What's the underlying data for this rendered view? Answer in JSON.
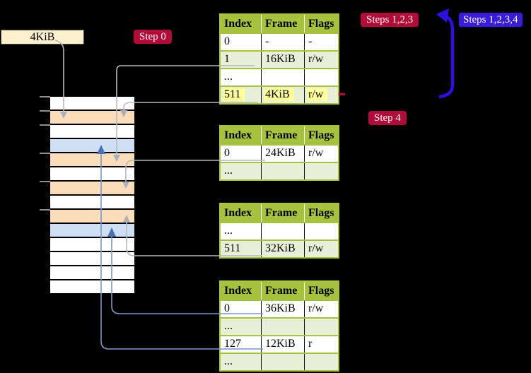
{
  "background": "#000000",
  "colors": {
    "table_header_green": "#a6c33f",
    "table_row_green": "#e9efd6",
    "table_row_white": "#ffffff",
    "highlight_yellow": "#ffff9b",
    "memory_orange": "#fbdcbb",
    "memory_blue": "#cfe0f4",
    "crimson_label": "#b10d38",
    "blue_label": "#3b1bd8",
    "big_arrow_blue": "#2a11dd",
    "connector_gray": "#b6babf",
    "connector_steel_blue": "#7b97cc",
    "free_frame_box_bg": "#fdf0cd"
  },
  "free_frame_box": {
    "label": "4KiB"
  },
  "step_labels": {
    "step0": "Step 0",
    "steps123": "Steps 1,2,3",
    "steps1234": "Steps 1,2,3,4",
    "step4": "Step 4"
  },
  "page_tables": [
    {
      "id": "page-table-top",
      "headers": [
        "Index",
        "Frame",
        "Flags"
      ],
      "rows": [
        {
          "index": "0",
          "frame": "-",
          "flags": "-",
          "shaded": false,
          "highlight": false
        },
        {
          "index": "1",
          "frame": "16KiB",
          "flags": "r/w",
          "shaded": true,
          "highlight": false
        },
        {
          "index": "...",
          "frame": "",
          "flags": "",
          "shaded": false,
          "highlight": false
        },
        {
          "index": "511",
          "frame": "4KiB",
          "flags": "r/w",
          "shaded": true,
          "highlight": true
        }
      ]
    },
    {
      "id": "page-table-second",
      "headers": [
        "Index",
        "Frame",
        "Flags"
      ],
      "rows": [
        {
          "index": "0",
          "frame": "24KiB",
          "flags": "r/w",
          "shaded": false,
          "highlight": false
        },
        {
          "index": "...",
          "frame": "",
          "flags": "",
          "shaded": true,
          "highlight": false
        }
      ]
    },
    {
      "id": "page-table-third",
      "headers": [
        "Index",
        "Frame",
        "Flags"
      ],
      "rows": [
        {
          "index": "...",
          "frame": "",
          "flags": "",
          "shaded": false,
          "highlight": false
        },
        {
          "index": "511",
          "frame": "32KiB",
          "flags": "r/w",
          "shaded": true,
          "highlight": false
        }
      ]
    },
    {
      "id": "page-table-bottom",
      "headers": [
        "Index",
        "Frame",
        "Flags"
      ],
      "rows": [
        {
          "index": "0",
          "frame": "36KiB",
          "flags": "r/w",
          "shaded": false,
          "highlight": false
        },
        {
          "index": "...",
          "frame": "",
          "flags": "",
          "shaded": true,
          "highlight": false
        },
        {
          "index": "127",
          "frame": "12KiB",
          "flags": "r",
          "shaded": false,
          "highlight": false
        },
        {
          "index": "...",
          "frame": "",
          "flags": "",
          "shaded": true,
          "highlight": false
        }
      ]
    }
  ],
  "memory": {
    "rows": [
      "white",
      "orange",
      "white",
      "blue",
      "orange",
      "white",
      "orange",
      "white",
      "orange",
      "blue",
      "white",
      "white",
      "white",
      "white"
    ],
    "tick_rows": [
      0,
      1,
      2,
      4,
      6,
      8
    ]
  }
}
